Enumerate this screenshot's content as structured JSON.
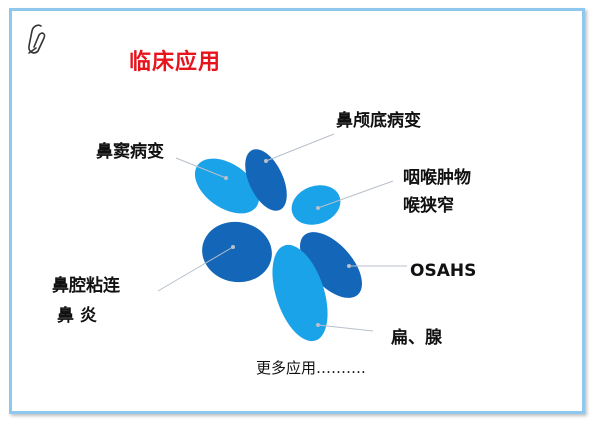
{
  "title": "临床应用",
  "colors": {
    "title": "#e8141c",
    "border": "#8ec8ee",
    "light_blue": "#1aa3e8",
    "dark_blue": "#1466b8",
    "arrow": "#b8c0cc"
  },
  "labels": {
    "sinus": "鼻窦病变",
    "skull_base": "鼻颅底病变",
    "pharynx_line1": "咽喉肿物",
    "pharynx_line2": "喉狭窄",
    "osahs": "OSAHS",
    "cavity_line1": "鼻腔粘连",
    "cavity_line2": "鼻 炎",
    "tonsil": "扁、腺"
  },
  "footer": "更多应用……….",
  "icons": [
    "paperclip-icon"
  ]
}
